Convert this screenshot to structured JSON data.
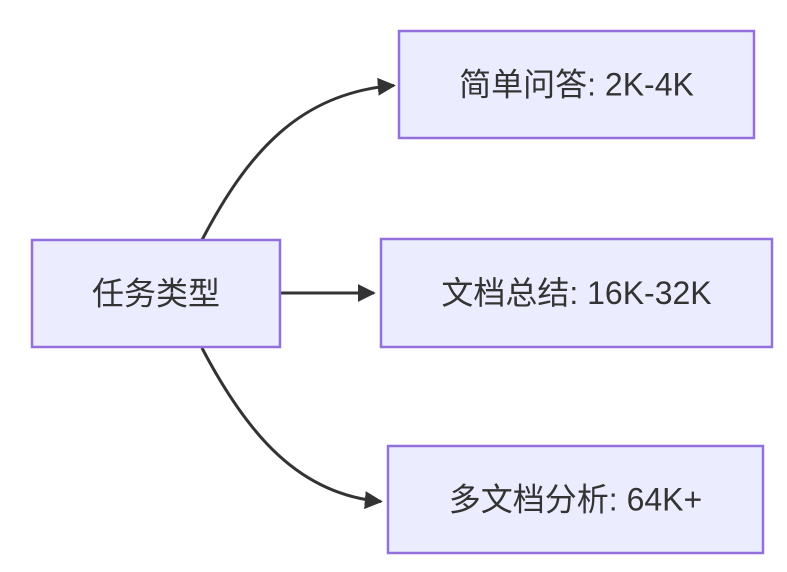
{
  "diagram": {
    "type": "flowchart",
    "direction": "left-to-right",
    "background": "#ffffff",
    "colors": {
      "node_fill": "#ECECFF",
      "node_border": "#9370DB",
      "edge_line": "#333333",
      "label_text": "#333333"
    },
    "nodes": [
      {
        "id": "task-type",
        "label": "任务类型"
      },
      {
        "id": "simple-qa",
        "label": "简单问答: 2K-4K"
      },
      {
        "id": "doc-summary",
        "label": "文档总结: 16K-32K"
      },
      {
        "id": "multi-doc",
        "label": "多文档分析: 64K+"
      }
    ],
    "edges": [
      {
        "from": "任务类型",
        "to": "简单问答: 2K-4K"
      },
      {
        "from": "任务类型",
        "to": "文档总结: 16K-32K"
      },
      {
        "from": "任务类型",
        "to": "多文档分析: 64K+"
      }
    ]
  }
}
